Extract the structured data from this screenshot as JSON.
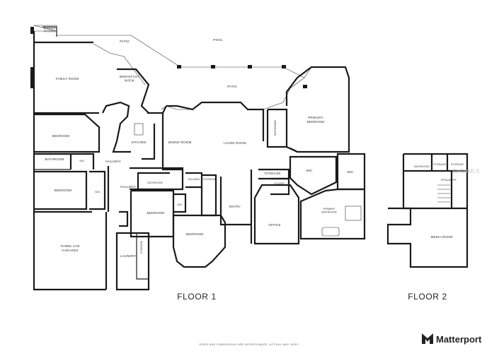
{
  "rooms": {
    "summer_kitchen": [
      "SUMMER",
      "KITCHEN"
    ],
    "patio_upper": "PATIO",
    "pool": "POOL",
    "family_room": "FAMILY ROOM",
    "breakfast_nook": [
      "BREAKFAST",
      "NOOK"
    ],
    "patio_main": "PATIO",
    "primary_bedroom": [
      "PRIMARY",
      "BEDROOM"
    ],
    "bedroom_left_top": "BEDROOM",
    "kitchen": "KITCHEN",
    "dining_room": "DINING ROOM",
    "living_room": "LIVING ROOM",
    "bathroom_vertical": "BATHROOM",
    "bathroom_left": "BATHROOM",
    "wic_left": "WIC",
    "hallway_left": "HALLWAY",
    "storage_center": "STORAGE",
    "wic_primary_a": "WIC",
    "wic_primary_b": "WIC",
    "bedroom_left_bottom": "BEDROOM",
    "wic_left_bottom": "WIC",
    "hallway_mid": "HALLWAY",
    "bathroom_mid": "BATHROOM",
    "hallway_small": "HALLWAY",
    "storage_small": "STORAGE",
    "closet": "CLOSET",
    "primary_bathroom": [
      "PRIMARY",
      "BATHROOM"
    ],
    "bedroom_mid": "BEDROOM",
    "wic_mid": "WIC",
    "entry": "ENTRY",
    "office": "OFFICE",
    "bedroom_round": "BEDROOM",
    "three_car_garage": [
      "THREE CAR",
      "GARAGES"
    ],
    "laundry": "LAUNDRY",
    "storage_laundry": "STORAGE",
    "f2_bathroom": "BATHROOM",
    "f2_storage_a": "STORAGE",
    "f2_storage_b": "STORAGE",
    "f2_hallway": "HALLWAY",
    "media_room": "MEDIA ROOM"
  },
  "floor_labels": {
    "floor1": "FLOOR 1",
    "floor2": "FLOOR 2"
  },
  "disclaimer": "SIZES AND DIMENSIONS ARE APPROXIMATE, ACTUAL MAY VARY.",
  "brand": "Matterport",
  "watermark": "StellarMLS"
}
